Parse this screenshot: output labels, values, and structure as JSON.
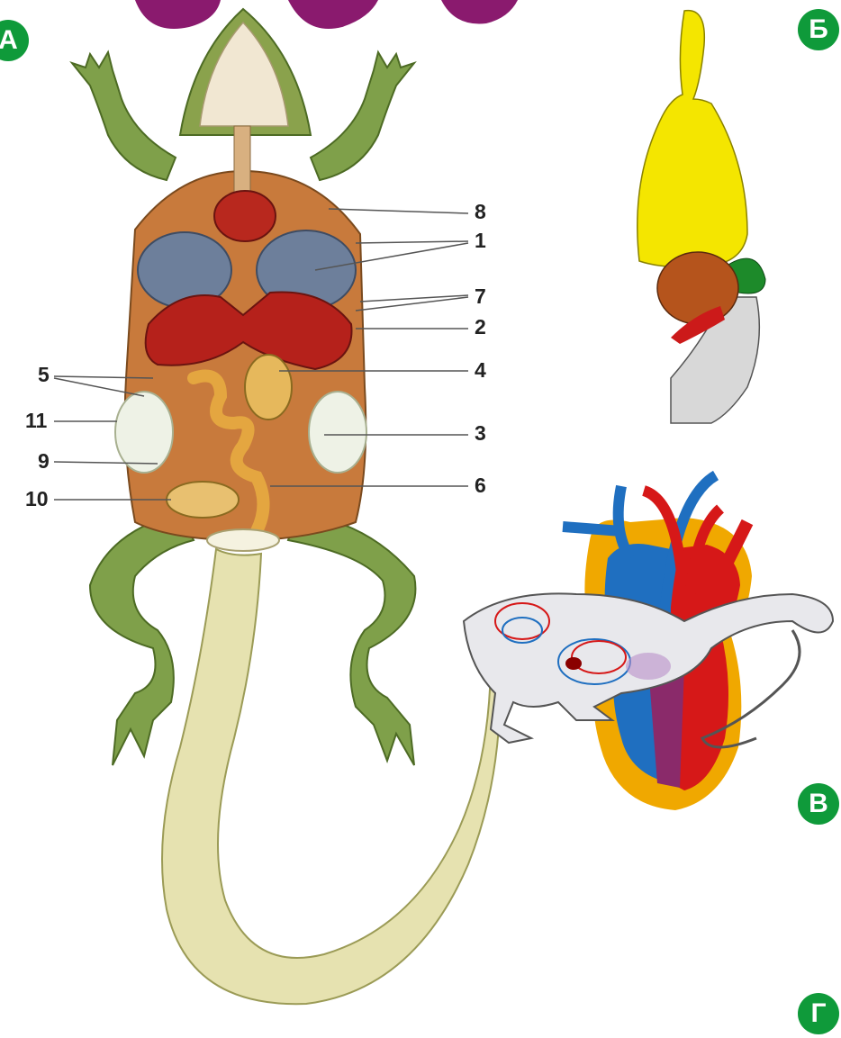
{
  "panels": {
    "a": {
      "badge": "А"
    },
    "b": {
      "badge": "Б"
    },
    "v": {
      "badge": "В"
    },
    "g": {
      "badge": "Г"
    }
  },
  "callouts": {
    "c1": "1",
    "c2": "2",
    "c3": "3",
    "c4": "4",
    "c5": "5",
    "c6": "6",
    "c7": "7",
    "c8": "8",
    "c9": "9",
    "c10": "10",
    "c11": "11"
  },
  "colors": {
    "badge": "#0f9a3a",
    "skin": "#7fa04a",
    "belly": "#e6e2b0",
    "lung": "#6d7f9b",
    "liver": "#b5211b",
    "brain_yellow": "#f4e600",
    "brain_brown": "#b5541c",
    "brain_green": "#1d8a2a",
    "vein_blue": "#1f6fc0",
    "artery_red": "#d61818",
    "heart_outer": "#f0a800"
  }
}
